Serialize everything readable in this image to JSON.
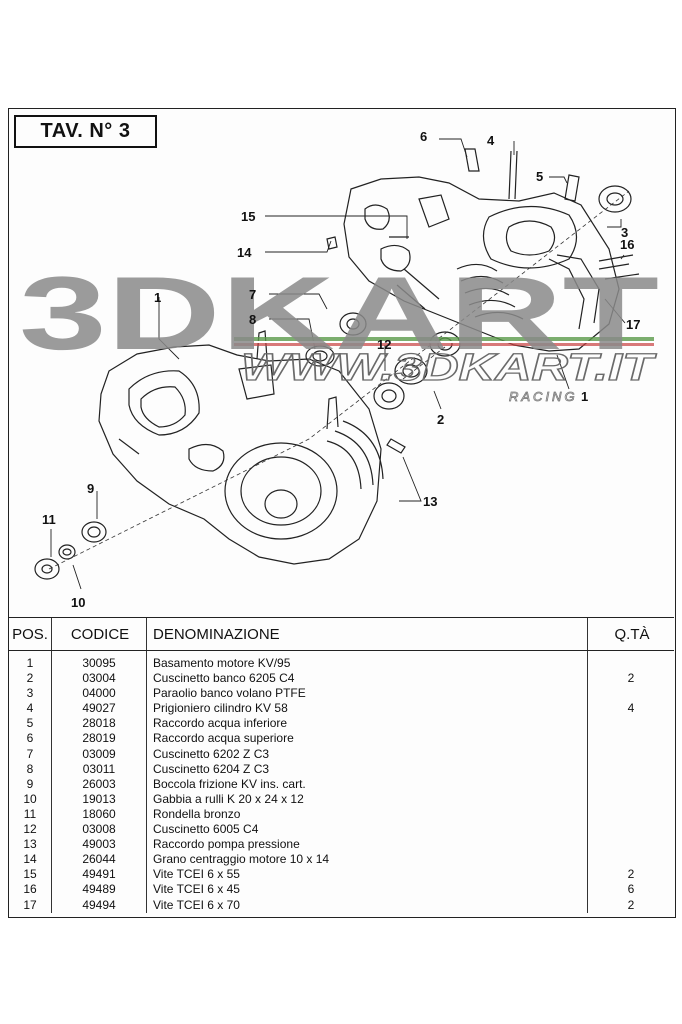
{
  "header": {
    "title": "TAV. N° 3"
  },
  "watermark": {
    "brand": "3DKART",
    "url": "WWW.3DKART.IT",
    "tag": "RACING"
  },
  "callouts": [
    "1",
    "2",
    "3",
    "4",
    "5",
    "6",
    "7",
    "8",
    "9",
    "10",
    "11",
    "12",
    "13",
    "14",
    "15",
    "16",
    "17"
  ],
  "table": {
    "headers": {
      "pos": "POS.",
      "code": "CODICE",
      "desc": "DENOMINAZIONE",
      "qty": "Q.TÀ"
    },
    "rows": [
      {
        "pos": "1",
        "code": "30095",
        "desc": "Basamento motore KV/95",
        "qty": ""
      },
      {
        "pos": "2",
        "code": "03004",
        "desc": "Cuscinetto banco 6205 C4",
        "qty": "2"
      },
      {
        "pos": "3",
        "code": "04000",
        "desc": "Paraolio banco volano PTFE",
        "qty": ""
      },
      {
        "pos": "4",
        "code": "49027",
        "desc": "Prigioniero cilindro KV 58",
        "qty": "4"
      },
      {
        "pos": "5",
        "code": "28018",
        "desc": "Raccordo acqua inferiore",
        "qty": ""
      },
      {
        "pos": "6",
        "code": "28019",
        "desc": "Raccordo acqua superiore",
        "qty": ""
      },
      {
        "pos": "7",
        "code": "03009",
        "desc": "Cuscinetto 6202 Z C3",
        "qty": ""
      },
      {
        "pos": "8",
        "code": "03011",
        "desc": "Cuscinetto 6204 Z C3",
        "qty": ""
      },
      {
        "pos": "9",
        "code": "26003",
        "desc": "Boccola frizione KV ins. cart.",
        "qty": ""
      },
      {
        "pos": "10",
        "code": "19013",
        "desc": "Gabbia a rulli K 20 x 24 x 12",
        "qty": ""
      },
      {
        "pos": "11",
        "code": "18060",
        "desc": "Rondella bronzo",
        "qty": ""
      },
      {
        "pos": "12",
        "code": "03008",
        "desc": "Cuscinetto 6005 C4",
        "qty": ""
      },
      {
        "pos": "13",
        "code": "49003",
        "desc": "Raccordo pompa pressione",
        "qty": ""
      },
      {
        "pos": "14",
        "code": "26044",
        "desc": "Grano centraggio motore 10 x 14",
        "qty": ""
      },
      {
        "pos": "15",
        "code": "49491",
        "desc": "Vite TCEI 6 x 55",
        "qty": "2"
      },
      {
        "pos": "16",
        "code": "49489",
        "desc": "Vite TCEI 6 x 45",
        "qty": "6"
      },
      {
        "pos": "17",
        "code": "49494",
        "desc": "Vite TCEI 6 x 70",
        "qty": "2"
      }
    ]
  }
}
